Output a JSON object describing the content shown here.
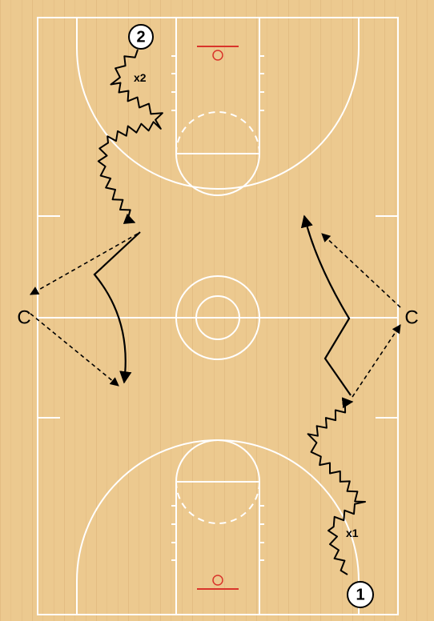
{
  "colors": {
    "floor": "#ecc98f",
    "floor_dark": "#dcb27a",
    "lines": "#ffffff",
    "rim": "#d9342b",
    "ink": "#000000"
  },
  "players": [
    {
      "number": "1"
    },
    {
      "number": "2"
    }
  ],
  "coaches": [
    {
      "label": "C"
    },
    {
      "label": "C"
    }
  ],
  "dribble_counts": {
    "player1": "x1",
    "player2": "x2"
  }
}
